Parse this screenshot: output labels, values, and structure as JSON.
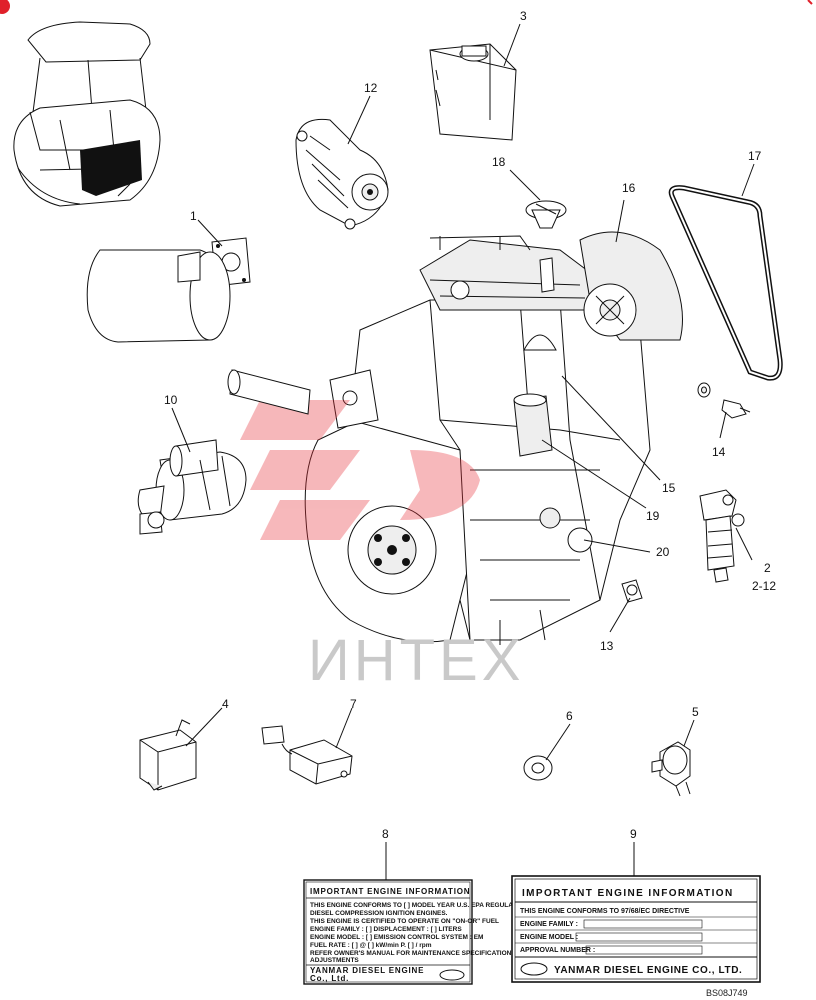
{
  "callouts": [
    {
      "id": "1",
      "label": "1"
    },
    {
      "id": "2",
      "label": "2"
    },
    {
      "id": "2-12",
      "label": "2-12"
    },
    {
      "id": "3",
      "label": "3"
    },
    {
      "id": "4",
      "label": "4"
    },
    {
      "id": "5",
      "label": "5"
    },
    {
      "id": "6",
      "label": "6"
    },
    {
      "id": "7",
      "label": "7"
    },
    {
      "id": "8",
      "label": "8"
    },
    {
      "id": "9",
      "label": "9"
    },
    {
      "id": "10",
      "label": "10"
    },
    {
      "id": "12",
      "label": "12"
    },
    {
      "id": "13",
      "label": "13"
    },
    {
      "id": "14",
      "label": "14"
    },
    {
      "id": "15",
      "label": "15"
    },
    {
      "id": "16",
      "label": "16"
    },
    {
      "id": "17",
      "label": "17"
    },
    {
      "id": "18",
      "label": "18"
    },
    {
      "id": "19",
      "label": "19"
    },
    {
      "id": "20",
      "label": "20"
    }
  ],
  "label_8": {
    "title": "IMPORTANT ENGINE INFORMATION",
    "line1": "THIS ENGINE CONFORMS TO [ ] MODEL YEAR U.S. EPA REGULATIONS",
    "line2": "DIESEL COMPRESSION IGNITION ENGINES.",
    "line3": "THIS ENGINE IS CERTIFIED TO OPERATE ON \"ON-OR\" FUEL",
    "line4": "ENGINE FAMILY : [ ]  DISPLACEMENT : [ ] LITERS",
    "line5": "ENGINE MODEL : [ ]  EMISSION CONTROL SYSTEM : EM",
    "line6": "FUEL RATE : [ ] @ [ ] kW/min  P. [ ] / rpm",
    "line7": "REFER OWNER'S MANUAL FOR MAINTENANCE SPECIFICATIONS AND",
    "line8": "ADJUSTMENTS",
    "footer1": "YANMAR DIESEL ENGINE",
    "footer2": "Co., Ltd."
  },
  "label_9": {
    "title": "IMPORTANT ENGINE INFORMATION",
    "line1": "THIS ENGINE CONFORMS TO 97/68/EC DIRECTIVE",
    "line2": "ENGINE FAMILY :",
    "line3": "ENGINE MODEL :",
    "line4": "APPROVAL NUMBER :",
    "footer": "YANMAR DIESEL ENGINE CO., LTD."
  },
  "watermark": "ИНТЕХ",
  "drawing_code": "BS08J749",
  "colors": {
    "line": "#111111",
    "watermark_logo": "#e8343c",
    "watermark_text": "#c9c9c9",
    "corner_mark": "#e0202a"
  }
}
